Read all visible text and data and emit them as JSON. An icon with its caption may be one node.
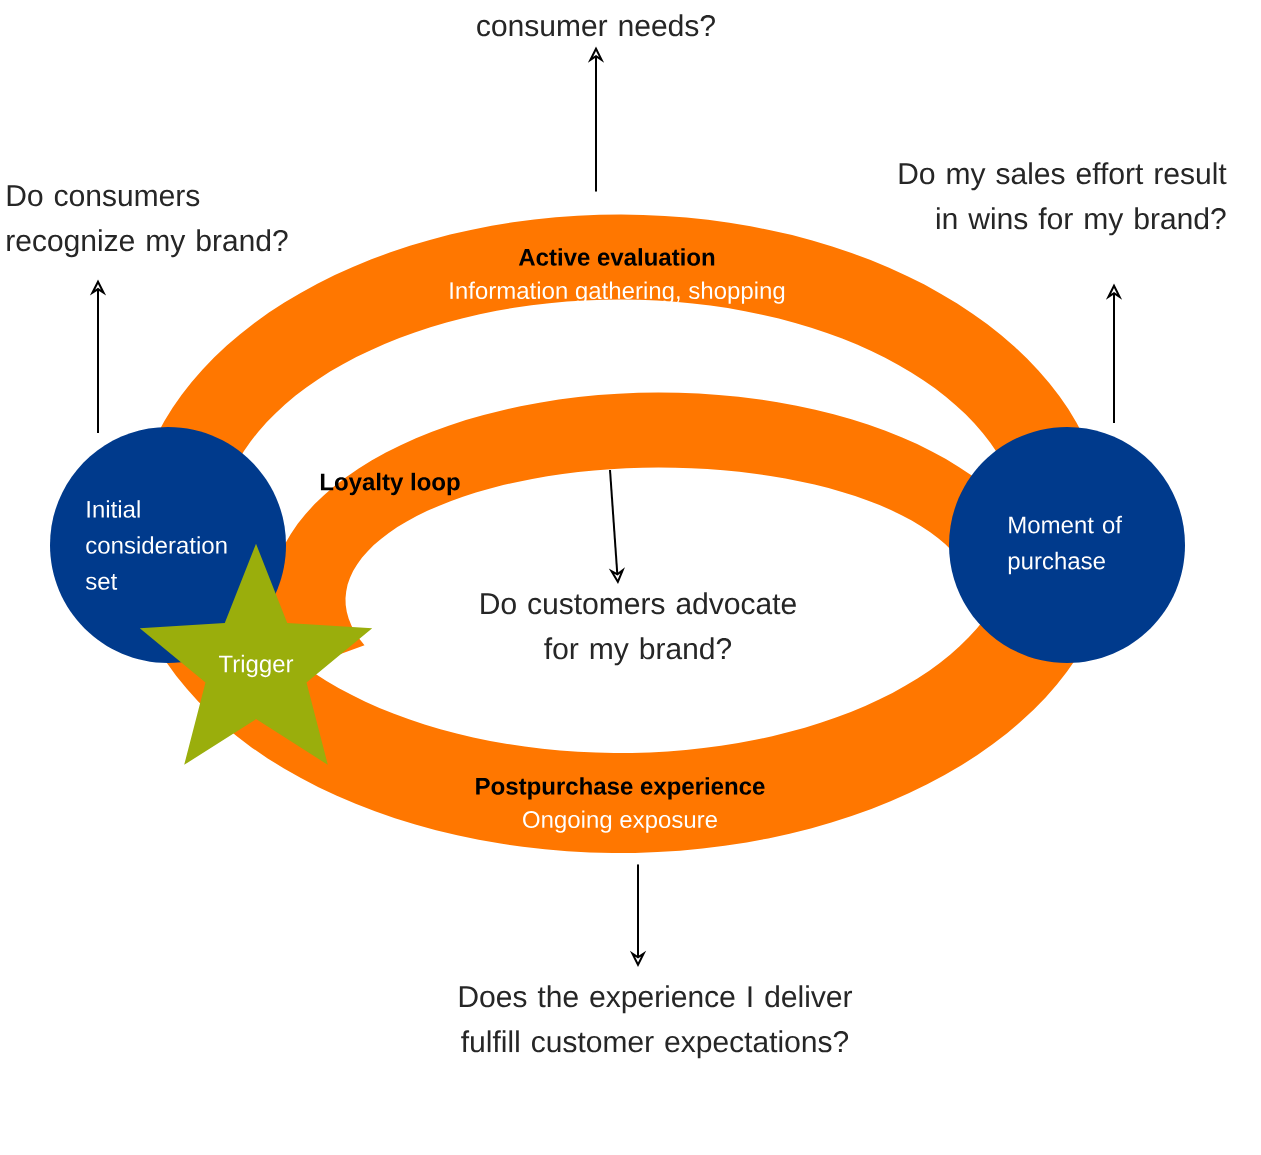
{
  "diagram": {
    "nodes": [
      {
        "text": [
          "Initial consideration set"
        ]
      },
      {
        "text": [
          "Moment of purchase"
        ]
      },
      {
        "text": [
          "Trigger"
        ]
      },
      {
        "text": [
          "Active evaluation",
          "Information gathering, shopping"
        ]
      },
      {
        "text": [
          "Loyalty loop"
        ]
      },
      {
        "text": [
          "Postpurchase experience",
          "Ongoing exposure"
        ]
      },
      {
        "text": [
          "consumer needs?"
        ]
      },
      {
        "text": [
          "Do consumers recognize my brand?"
        ]
      },
      {
        "text": [
          "Do my sales effort result in wins for my brand?"
        ]
      },
      {
        "text": [
          "Do customers advocate for my brand?"
        ]
      },
      {
        "text": [
          "Does the experience I deliver fulfill customer expectations?"
        ]
      }
    ],
    "edges": [
      {
        "from": 3,
        "to": 6,
        "arrow": "to"
      },
      {
        "from": 0,
        "to": 7,
        "arrow": "to"
      },
      {
        "from": 1,
        "to": 8,
        "arrow": "to"
      },
      {
        "from": 4,
        "to": 9,
        "arrow": "to"
      },
      {
        "from": 5,
        "to": 10,
        "arrow": "to"
      }
    ]
  }
}
